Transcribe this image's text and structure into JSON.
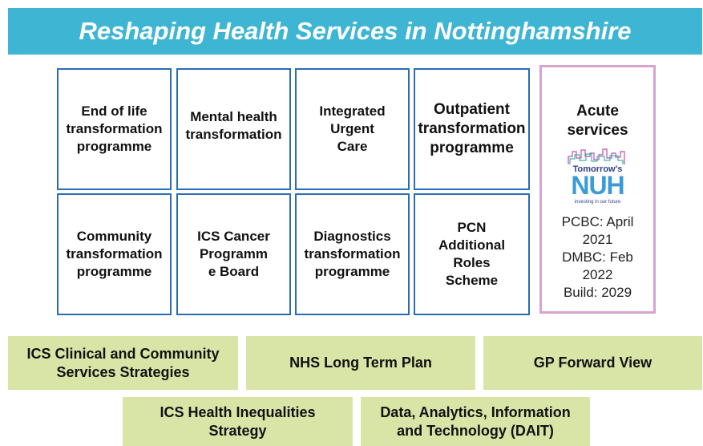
{
  "header": {
    "title": "Reshaping Health Services in Nottinghamshire"
  },
  "programmes": [
    {
      "label": "End of life\ntransformation\nprogramme"
    },
    {
      "label": "Mental health\ntransformation"
    },
    {
      "label": "Integrated\nUrgent\nCare"
    },
    {
      "label": "Outpatient\ntransformation\nprogramme"
    },
    {
      "label": "Community\ntransformation\nprogramme"
    },
    {
      "label": "ICS Cancer\nProgramm\ne Board"
    },
    {
      "label": "Diagnostics\ntransformation\nprogramme"
    },
    {
      "label": "PCN\nAdditional\nRoles\nScheme"
    }
  ],
  "acute": {
    "title": "Acute\nservices",
    "logo": {
      "icon": "tomorrows-nuh-logo",
      "line1": "Tomorrow's",
      "line2": "NUH",
      "tagline": "investing in our future"
    },
    "dates": "PCBC: April\n2021\nDMBC: Feb\n2022\nBuild: 2029"
  },
  "strategies": [
    {
      "label": "ICS Clinical and Community\nServices Strategies"
    },
    {
      "label": "NHS Long Term Plan"
    },
    {
      "label": "GP Forward View"
    },
    {
      "label": "ICS Health Inequalities\nStrategy"
    },
    {
      "label": "Data, Analytics, Information\nand Technology (DAIT)"
    }
  ],
  "colors": {
    "banner": "#3eb6d3",
    "programme_border": "#2a6cb8",
    "acute_border": "#d9a3cf",
    "strategy_fill": "#d9e5a7"
  }
}
